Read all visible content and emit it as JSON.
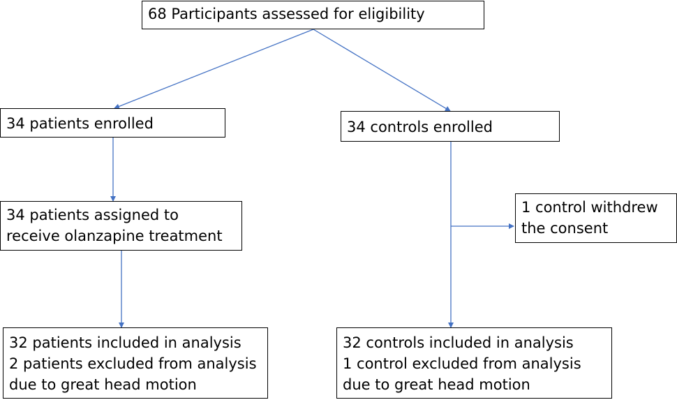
{
  "boxes": {
    "eligibility": {
      "lines": [
        "68 Participants assessed for eligibility"
      ]
    },
    "patients_enrolled": {
      "lines": [
        "34 patients enrolled"
      ]
    },
    "controls_enrolled": {
      "lines": [
        "34 controls enrolled"
      ]
    },
    "patients_assigned": {
      "lines": [
        "34 patients assigned to",
        "receive olanzapine treatment"
      ]
    },
    "control_withdrew": {
      "lines": [
        "1 control withdrew",
        "the consent"
      ]
    },
    "patients_analysis": {
      "lines": [
        "32 patients included in analysis",
        "2 patients excluded from analysis",
        "due to great head motion"
      ]
    },
    "controls_analysis": {
      "lines": [
        "32 controls included in analysis",
        "1 control excluded from analysis",
        "due to great head motion"
      ]
    }
  },
  "colors": {
    "arrow": "#4472C4",
    "border": "#000000"
  }
}
